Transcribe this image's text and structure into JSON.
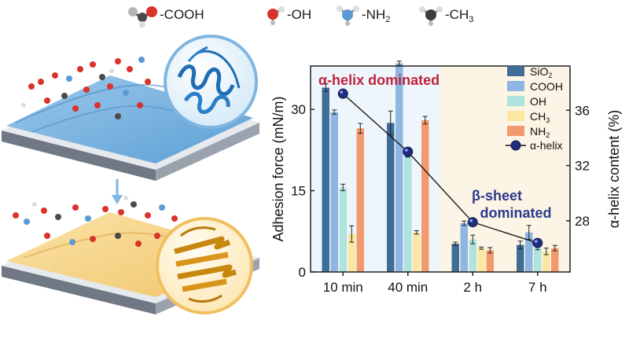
{
  "legend_top": {
    "items": [
      {
        "label": "-COOH",
        "icon": "carboxyl-molecule-icon"
      },
      {
        "label": "-OH",
        "icon": "hydroxyl-molecule-icon"
      },
      {
        "label": "-NH",
        "sub": "2",
        "icon": "amine-molecule-icon"
      },
      {
        "label": "-CH",
        "sub": "3",
        "icon": "methyl-molecule-icon"
      }
    ]
  },
  "chart_data": {
    "type": "bar",
    "categories": [
      "10 min",
      "40 min",
      "2 h",
      "7 h"
    ],
    "ylabel": "Adhesion force (mN/m)",
    "ylim": [
      0,
      38
    ],
    "yticks": [
      0,
      15,
      30
    ],
    "y2label": "α-helix content (%)",
    "y2lim": [
      24.3,
      39.2
    ],
    "y2ticks": [
      28,
      32,
      36
    ],
    "grid": false,
    "legend_position": "top-right",
    "series": [
      {
        "name": "SiO",
        "sub": "2",
        "color": "#3e6d96",
        "values": [
          34.0,
          27.5,
          5.2,
          5.0
        ],
        "errors": [
          0.7,
          2.2,
          0.3,
          0.7
        ]
      },
      {
        "name": "COOH",
        "color": "#8fb5e3",
        "values": [
          29.5,
          38.5,
          9.0,
          7.3
        ],
        "errors": [
          0.4,
          0.4,
          0.4,
          1.3
        ]
      },
      {
        "name": "OH",
        "color": "#aee3de",
        "values": [
          15.6,
          21.8,
          6.0,
          4.5
        ],
        "errors": [
          0.6,
          0.6,
          0.8,
          0.4
        ]
      },
      {
        "name": "CH",
        "sub": "3",
        "color": "#fbe7a2",
        "values": [
          7.0,
          7.3,
          4.4,
          3.8
        ],
        "errors": [
          1.5,
          0.3,
          0.2,
          0.6
        ]
      },
      {
        "name": "NH",
        "sub": "2",
        "color": "#f29a6e",
        "values": [
          26.5,
          28.0,
          4.0,
          4.4
        ],
        "errors": [
          0.9,
          0.7,
          0.5,
          0.5
        ]
      }
    ],
    "line_series": {
      "name": "α-helix",
      "axis": "right",
      "values": [
        37.2,
        33.0,
        27.9,
        26.4
      ]
    },
    "annotations": {
      "alpha": "α-helix dominated",
      "beta_line1": "β-sheet",
      "beta_line2": "dominated"
    },
    "colors": {
      "alpha_text": "#c0223d",
      "beta_text": "#2b3a8f",
      "line": "#1c1c1c",
      "marker": "#1f2d7a"
    }
  }
}
